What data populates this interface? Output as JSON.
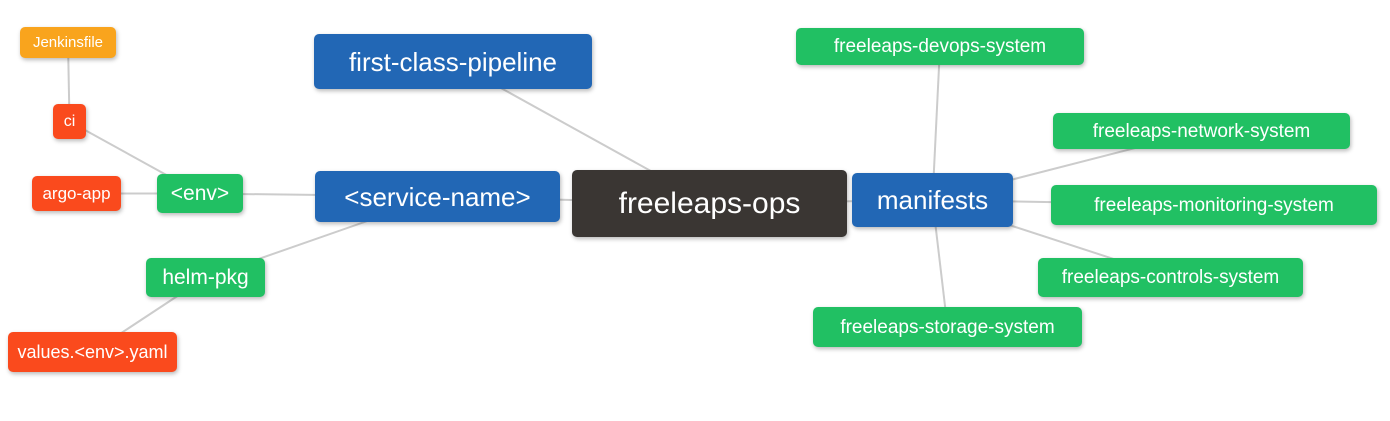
{
  "diagram": {
    "type": "mindmap",
    "root_label": "freeleaps-ops",
    "edge_color": "#cccccc",
    "palette": {
      "orange": "#F9A41D",
      "red": "#FA4A1D",
      "green": "#21C063",
      "blue": "#2267B5",
      "dark": "#3A3633",
      "node_text": "#FFFFFF",
      "background": "#FFFFFF"
    },
    "nodes": [
      {
        "id": "jenkinsfile",
        "label": "Jenkinsfile",
        "color": "#F9A41D"
      },
      {
        "id": "ci",
        "label": "ci",
        "color": "#FA4A1D"
      },
      {
        "id": "argo-app",
        "label": "argo-app",
        "color": "#FA4A1D"
      },
      {
        "id": "env",
        "label": "<env>",
        "color": "#21C063"
      },
      {
        "id": "helm-pkg",
        "label": "helm-pkg",
        "color": "#21C063"
      },
      {
        "id": "values-env-yaml",
        "label": "values.<env>.yaml",
        "color": "#FA4A1D"
      },
      {
        "id": "service-name",
        "label": "<service-name>",
        "color": "#2267B5"
      },
      {
        "id": "first-class-pipeline",
        "label": "first-class-pipeline",
        "color": "#2267B5"
      },
      {
        "id": "freeleaps-ops",
        "label": "freeleaps-ops",
        "color": "#3A3633"
      },
      {
        "id": "manifests",
        "label": "manifests",
        "color": "#2267B5"
      },
      {
        "id": "freeleaps-devops-system",
        "label": "freeleaps-devops-system",
        "color": "#21C063"
      },
      {
        "id": "freeleaps-network-system",
        "label": "freeleaps-network-system",
        "color": "#21C063"
      },
      {
        "id": "freeleaps-monitoring-system",
        "label": "freeleaps-monitoring-system",
        "color": "#21C063"
      },
      {
        "id": "freeleaps-controls-system",
        "label": "freeleaps-controls-system",
        "color": "#21C063"
      },
      {
        "id": "freeleaps-storage-system",
        "label": "freeleaps-storage-system",
        "color": "#21C063"
      }
    ],
    "edges": [
      [
        "Jenkinsfile",
        "ci"
      ],
      [
        "ci",
        "<env>"
      ],
      [
        "argo-app",
        "<env>"
      ],
      [
        "<env>",
        "<service-name>"
      ],
      [
        "helm-pkg",
        "<service-name>"
      ],
      [
        "values.<env>.yaml",
        "helm-pkg"
      ],
      [
        "first-class-pipeline",
        "freeleaps-ops"
      ],
      [
        "<service-name>",
        "freeleaps-ops"
      ],
      [
        "freeleaps-ops",
        "manifests"
      ],
      [
        "manifests",
        "freeleaps-devops-system"
      ],
      [
        "manifests",
        "freeleaps-network-system"
      ],
      [
        "manifests",
        "freeleaps-monitoring-system"
      ],
      [
        "manifests",
        "freeleaps-controls-system"
      ],
      [
        "manifests",
        "freeleaps-storage-system"
      ]
    ]
  }
}
